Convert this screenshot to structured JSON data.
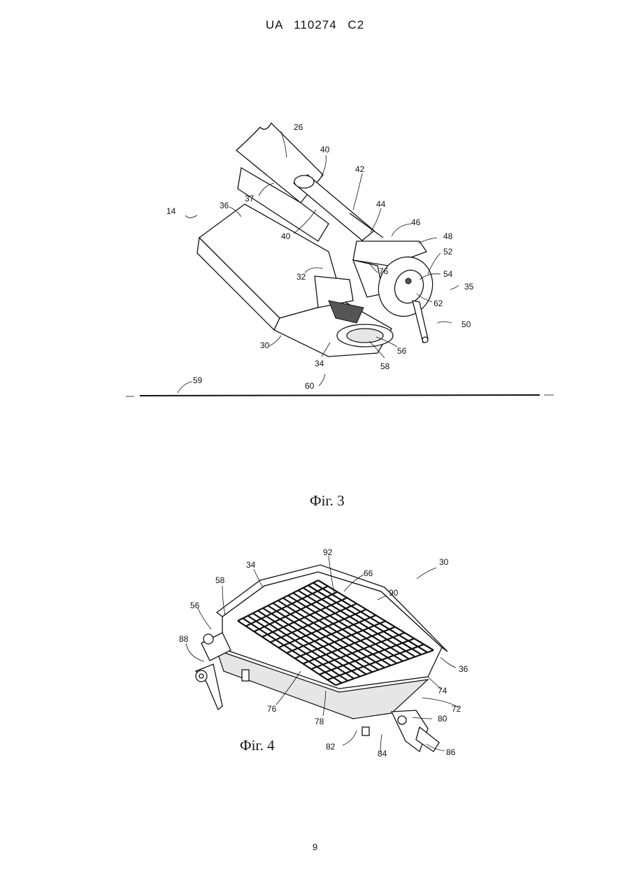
{
  "header": "UA 110274 C2",
  "figure3": {
    "caption": "Фіг. 3",
    "labels": [
      "26",
      "40",
      "42",
      "44",
      "46",
      "48",
      "52",
      "54",
      "35",
      "62",
      "50",
      "14",
      "36",
      "37",
      "40",
      "32",
      "76",
      "30",
      "34",
      "56",
      "58",
      "60",
      "59"
    ]
  },
  "figure4": {
    "caption": "Фіг. 4",
    "labels": [
      "92",
      "30",
      "34",
      "66",
      "58",
      "90",
      "56",
      "88",
      "36",
      "74",
      "72",
      "76",
      "78",
      "80",
      "82",
      "84",
      "86"
    ]
  },
  "page_number": "9"
}
